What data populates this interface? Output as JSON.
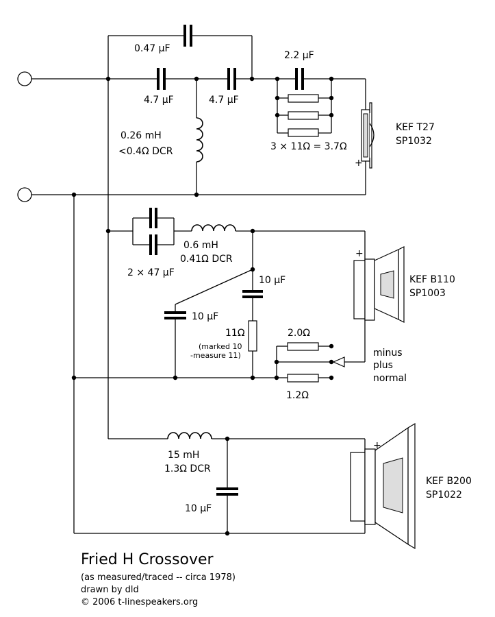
{
  "title": "Fried H Crossover",
  "caption_lines": [
    "(as measured/traced -- circa 1978)",
    "drawn by dld",
    "© 2006 t-linespeakers.org"
  ],
  "tweeter": {
    "c_bypass": "0.47 µF",
    "c1": "4.7 µF",
    "c2": "4.7 µF",
    "c3": "2.2 µF",
    "inductor": [
      "0.26 mH",
      "<0.4Ω DCR"
    ],
    "resistors": "3 × 11Ω = 3.7Ω",
    "driver": [
      "KEF T27",
      "SP1032"
    ],
    "polarity": "+"
  },
  "midrange": {
    "c_pair": "2 × 47 µF",
    "inductor": [
      "0.6 mH",
      "0.41Ω DCR"
    ],
    "c_series": "10 µF",
    "c_shunt": "10 µF",
    "resistor": "11Ω",
    "resistor_note": [
      "(marked 10",
      "-measure 11)"
    ],
    "r_minus": "2.0Ω",
    "r_plus": "1.2Ω",
    "taps": [
      "minus",
      "plus",
      "normal"
    ],
    "driver": [
      "KEF B110",
      "SP1003"
    ],
    "polarity": "+"
  },
  "woofer": {
    "inductor": [
      "15 mH",
      "1.3Ω DCR"
    ],
    "capacitor": "10 µF",
    "driver": [
      "KEF B200",
      "SP1022"
    ],
    "polarity": "+"
  }
}
